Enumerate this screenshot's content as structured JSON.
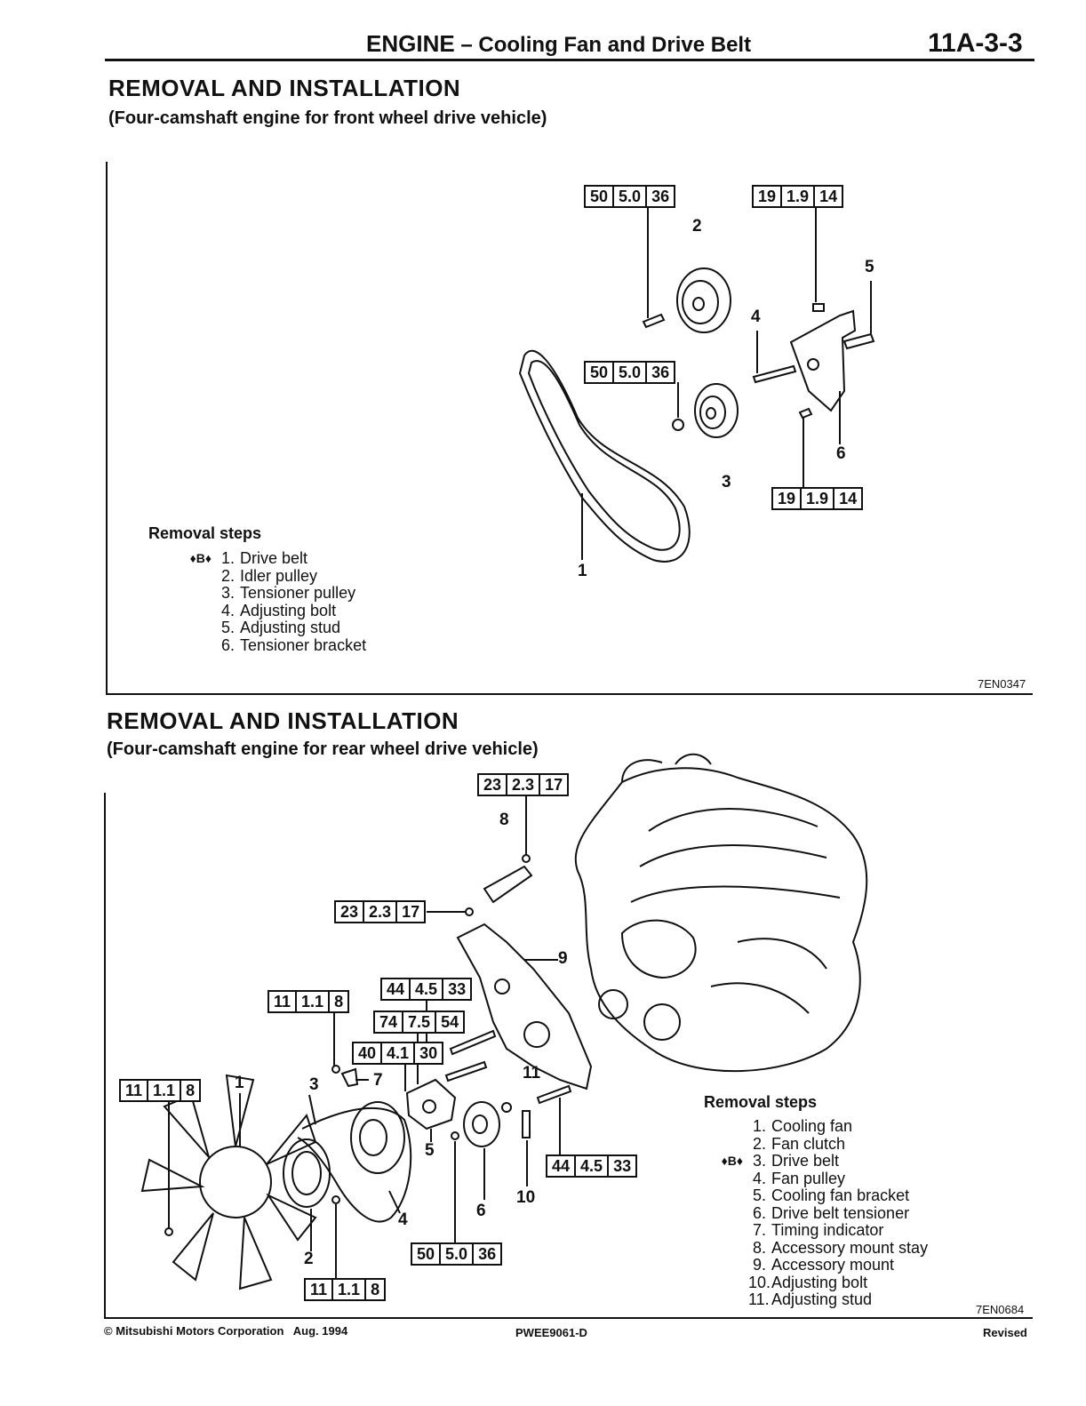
{
  "header": {
    "section": "ENGINE",
    "dash": "–",
    "title": "Cooling Fan and Drive Belt",
    "page_number": "11A-3-3"
  },
  "section1": {
    "title": "REMOVAL AND INSTALLATION",
    "subtitle": "(Four-camshaft engine for front wheel drive vehicle)",
    "steps_heading": "Removal steps",
    "steps": [
      {
        "marker": "♦B♦",
        "num": "1.",
        "label": "Drive belt"
      },
      {
        "marker": "",
        "num": "2.",
        "label": "Idler pulley"
      },
      {
        "marker": "",
        "num": "3.",
        "label": "Tensioner pulley"
      },
      {
        "marker": "",
        "num": "4.",
        "label": "Adjusting bolt"
      },
      {
        "marker": "",
        "num": "5.",
        "label": "Adjusting stud"
      },
      {
        "marker": "",
        "num": "6.",
        "label": "Tensioner bracket"
      }
    ],
    "torques": [
      [
        "50",
        "5.0",
        "36"
      ],
      [
        "19",
        "1.9",
        "14"
      ],
      [
        "50",
        "5.0",
        "36"
      ],
      [
        "19",
        "1.9",
        "14"
      ]
    ],
    "callouts": [
      "1",
      "2",
      "3",
      "4",
      "5",
      "6"
    ],
    "figure_code": "7EN0347"
  },
  "section2": {
    "title": "REMOVAL AND INSTALLATION",
    "subtitle": "(Four-camshaft engine for rear wheel drive vehicle)",
    "steps_heading": "Removal steps",
    "steps": [
      {
        "marker": "",
        "num": "1.",
        "label": "Cooling fan"
      },
      {
        "marker": "",
        "num": "2.",
        "label": "Fan clutch"
      },
      {
        "marker": "♦B♦",
        "num": "3.",
        "label": "Drive belt"
      },
      {
        "marker": "",
        "num": "4.",
        "label": "Fan pulley"
      },
      {
        "marker": "",
        "num": "5.",
        "label": "Cooling fan bracket"
      },
      {
        "marker": "",
        "num": "6.",
        "label": "Drive belt tensioner"
      },
      {
        "marker": "",
        "num": "7.",
        "label": "Timing indicator"
      },
      {
        "marker": "",
        "num": "8.",
        "label": "Accessory mount stay"
      },
      {
        "marker": "",
        "num": "9.",
        "label": "Accessory mount"
      },
      {
        "marker": "",
        "num": "10.",
        "label": "Adjusting bolt"
      },
      {
        "marker": "",
        "num": "11.",
        "label": "Adjusting stud"
      }
    ],
    "torques": [
      [
        "23",
        "2.3",
        "17"
      ],
      [
        "23",
        "2.3",
        "17"
      ],
      [
        "44",
        "4.5",
        "33"
      ],
      [
        "11",
        "1.1",
        "8"
      ],
      [
        "74",
        "7.5",
        "54"
      ],
      [
        "40",
        "4.1",
        "30"
      ],
      [
        "11",
        "1.1",
        "8"
      ],
      [
        "44",
        "4.5",
        "33"
      ],
      [
        "50",
        "5.0",
        "36"
      ],
      [
        "11",
        "1.1",
        "8"
      ]
    ],
    "callouts": [
      "1",
      "2",
      "3",
      "4",
      "5",
      "6",
      "7",
      "8",
      "9",
      "10",
      "11"
    ],
    "figure_code": "7EN0684"
  },
  "footer": {
    "copyright": "© Mitsubishi Motors Corporation",
    "date": "Aug. 1994",
    "doc_code": "PWEE9061-D",
    "status": "Revised"
  }
}
